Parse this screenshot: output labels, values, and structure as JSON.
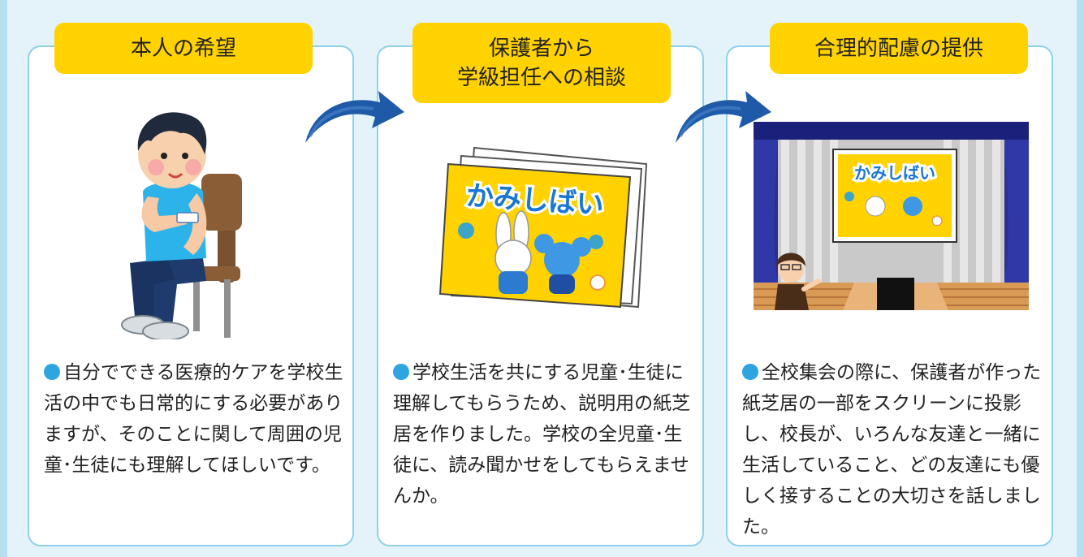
{
  "steps": [
    {
      "title_lines": [
        "本人の希望"
      ],
      "description": "自分でできる医療的ケアを学校生活の中でも日常的にする必要がありますが、そのことに関して周囲の児童･生徒にも理解してほしいです。"
    },
    {
      "title_lines": [
        "保護者から",
        "学級担任への相談"
      ],
      "description": "学校生活を共にする児童･生徒に理解してもらうため、説明用の紙芝居を作りました。学校の全児童･生徒に、読み聞かせをしてもらえませんか。"
    },
    {
      "title_lines": [
        "合理的配慮の提供"
      ],
      "description": "全校集会の際に、保護者が作った紙芝居の一部をスクリーンに投影し、校長が、いろんな友達と一緒に生活していること、どの友達にも優しく接することの大切さを話しました。"
    }
  ],
  "kamishibai": {
    "card_title": "かみしばい",
    "screen_title": "かみしばい"
  },
  "colors": {
    "panel_border": "#8fd1ea",
    "title_bg": "#ffd200",
    "bullet": "#2ea5e0",
    "arrow": "#1e5aa8",
    "background": "#e4f3fa"
  },
  "icons": [
    "boy-on-chair",
    "curved-arrow-right",
    "kamishibai-cards",
    "stage-screen",
    "teacher"
  ]
}
